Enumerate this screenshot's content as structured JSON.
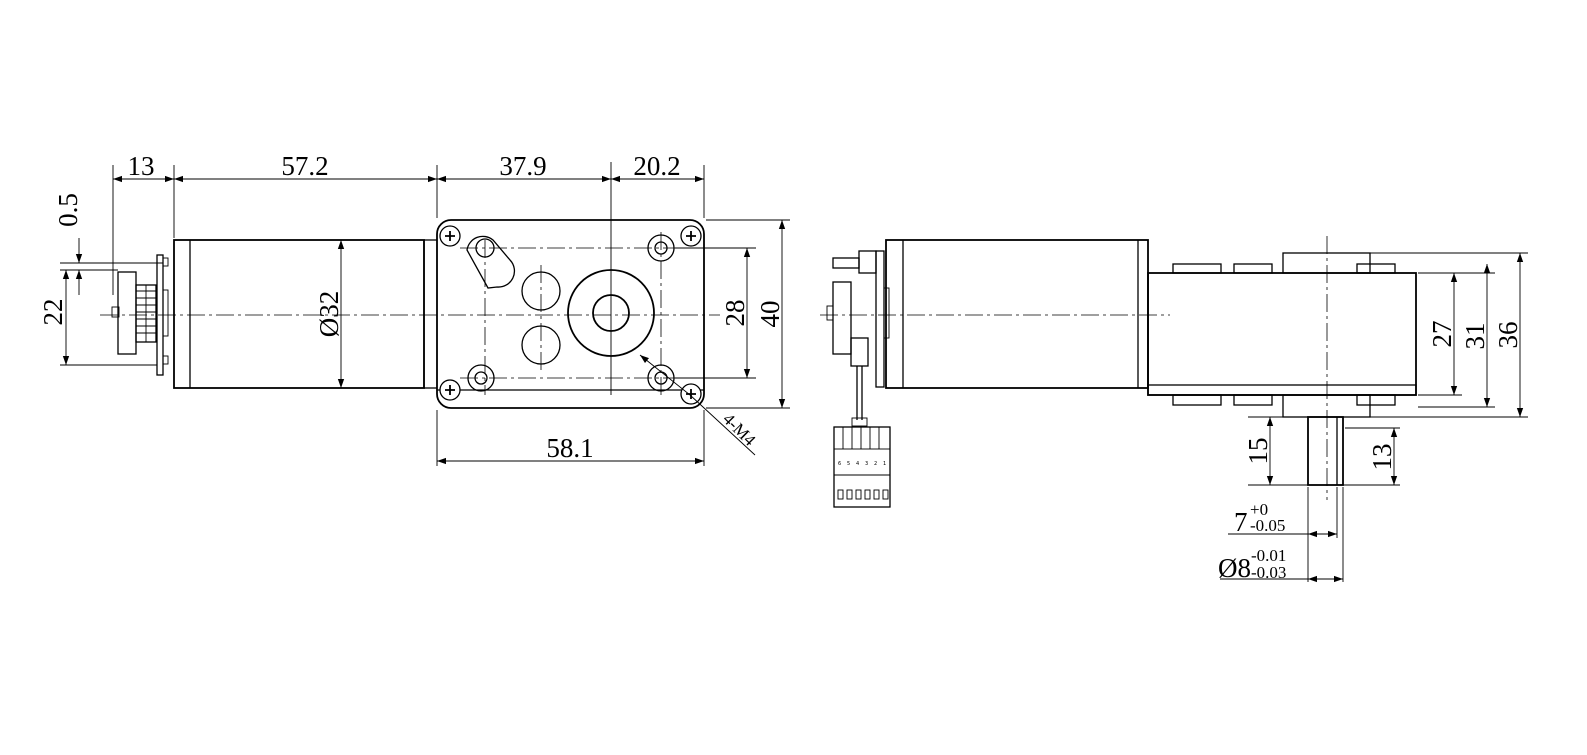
{
  "front_view": {
    "dims": {
      "encoder_len": "13",
      "motor_len": "57.2",
      "hole_pitch_a": "37.9",
      "hole_pitch_b": "20.2",
      "gap": "0.5",
      "encoder_h": "22",
      "motor_dia": "Ø32",
      "hole_vpitch": "28",
      "box_h": "40",
      "box_w": "58.1",
      "holes_note": "4-M4"
    }
  },
  "side_view": {
    "dims": {
      "h27": "27",
      "h31": "31",
      "h36": "36",
      "shaft_len_15": "15",
      "shaft_len_13": "13",
      "flat_base": "7",
      "flat_upper": "+0",
      "flat_lower": "-0.05",
      "shaft_base": "Ø8",
      "shaft_upper": "-0.01",
      "shaft_lower": "-0.03"
    },
    "connector_pins": [
      "6",
      "5",
      "4",
      "3",
      "2",
      "1"
    ]
  },
  "colors": {
    "line": "#000000",
    "background": "#ffffff"
  }
}
